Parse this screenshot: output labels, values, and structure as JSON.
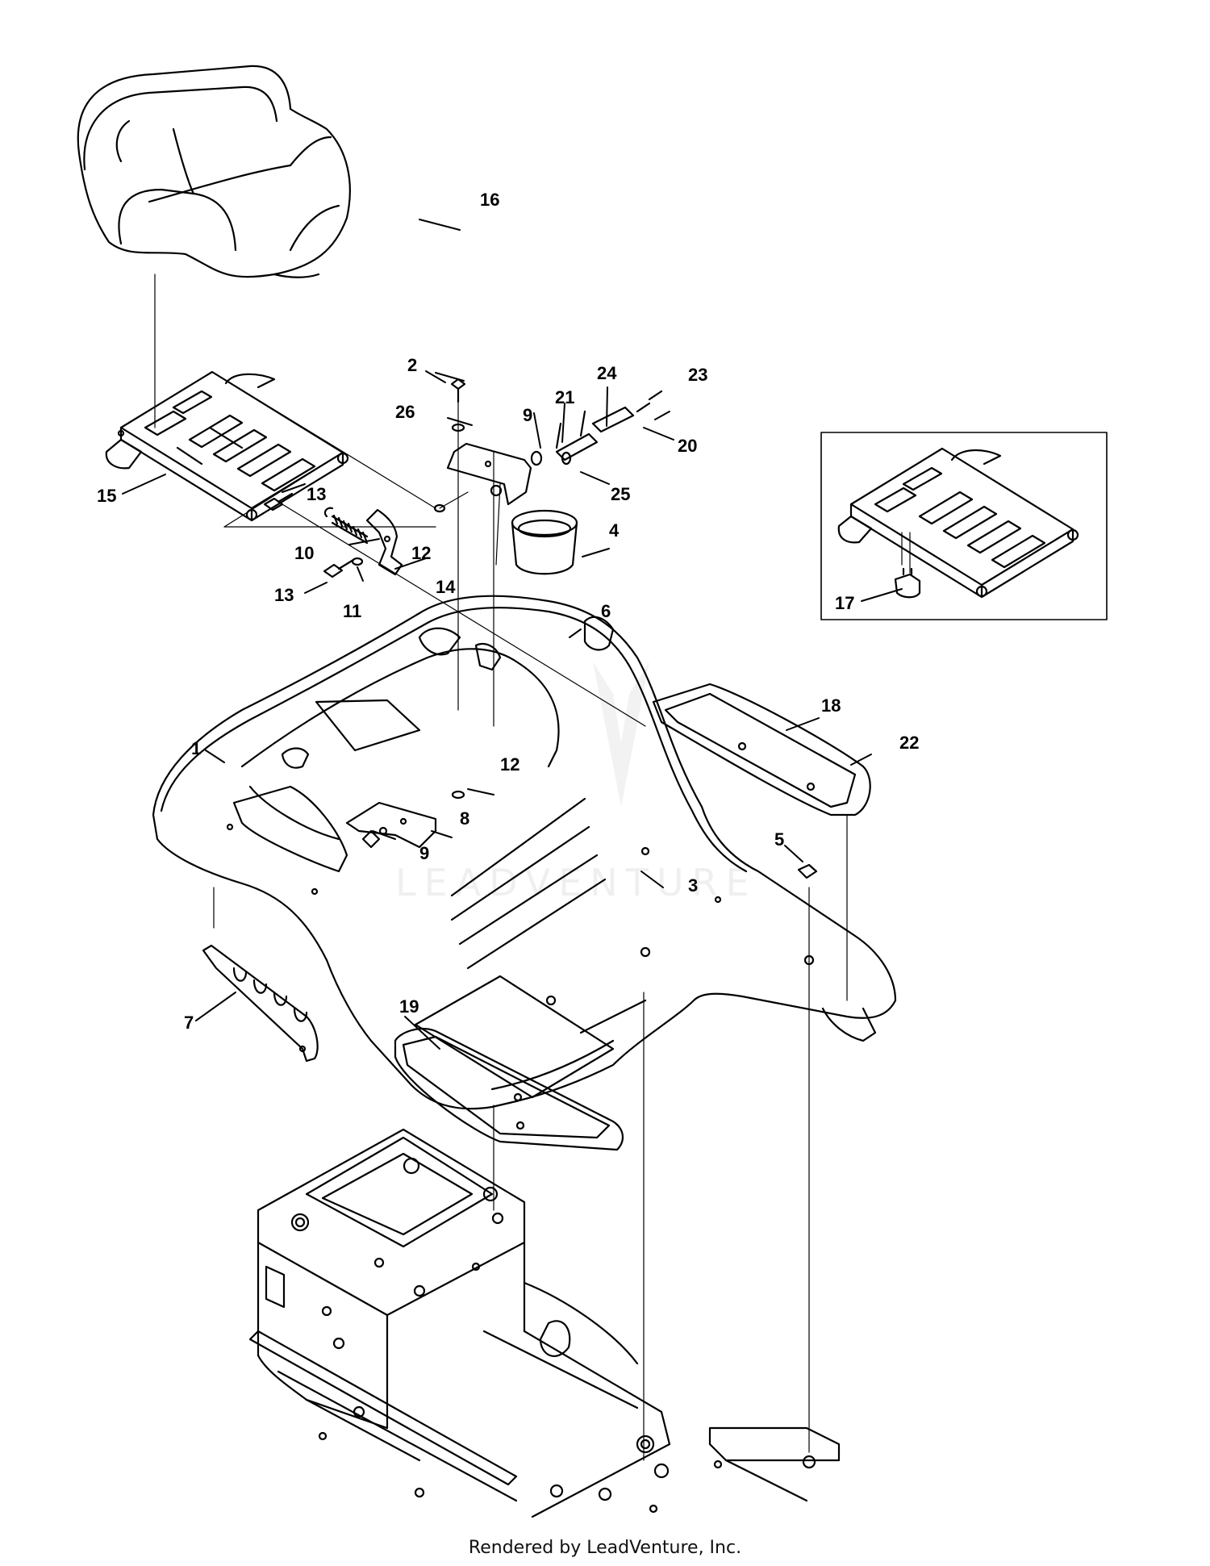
{
  "footer_text": "Rendered by LeadVenture, Inc.",
  "watermark_text": "LEADVENTURE",
  "colors": {
    "line": "#000000",
    "background": "#ffffff"
  },
  "callouts": [
    "1",
    "2",
    "3",
    "4",
    "5",
    "6",
    "7",
    "8",
    "9",
    "9",
    "10",
    "11",
    "12",
    "12",
    "13",
    "13",
    "14",
    "15",
    "16",
    "17",
    "18",
    "19",
    "20",
    "21",
    "22",
    "23",
    "24",
    "25",
    "26"
  ]
}
